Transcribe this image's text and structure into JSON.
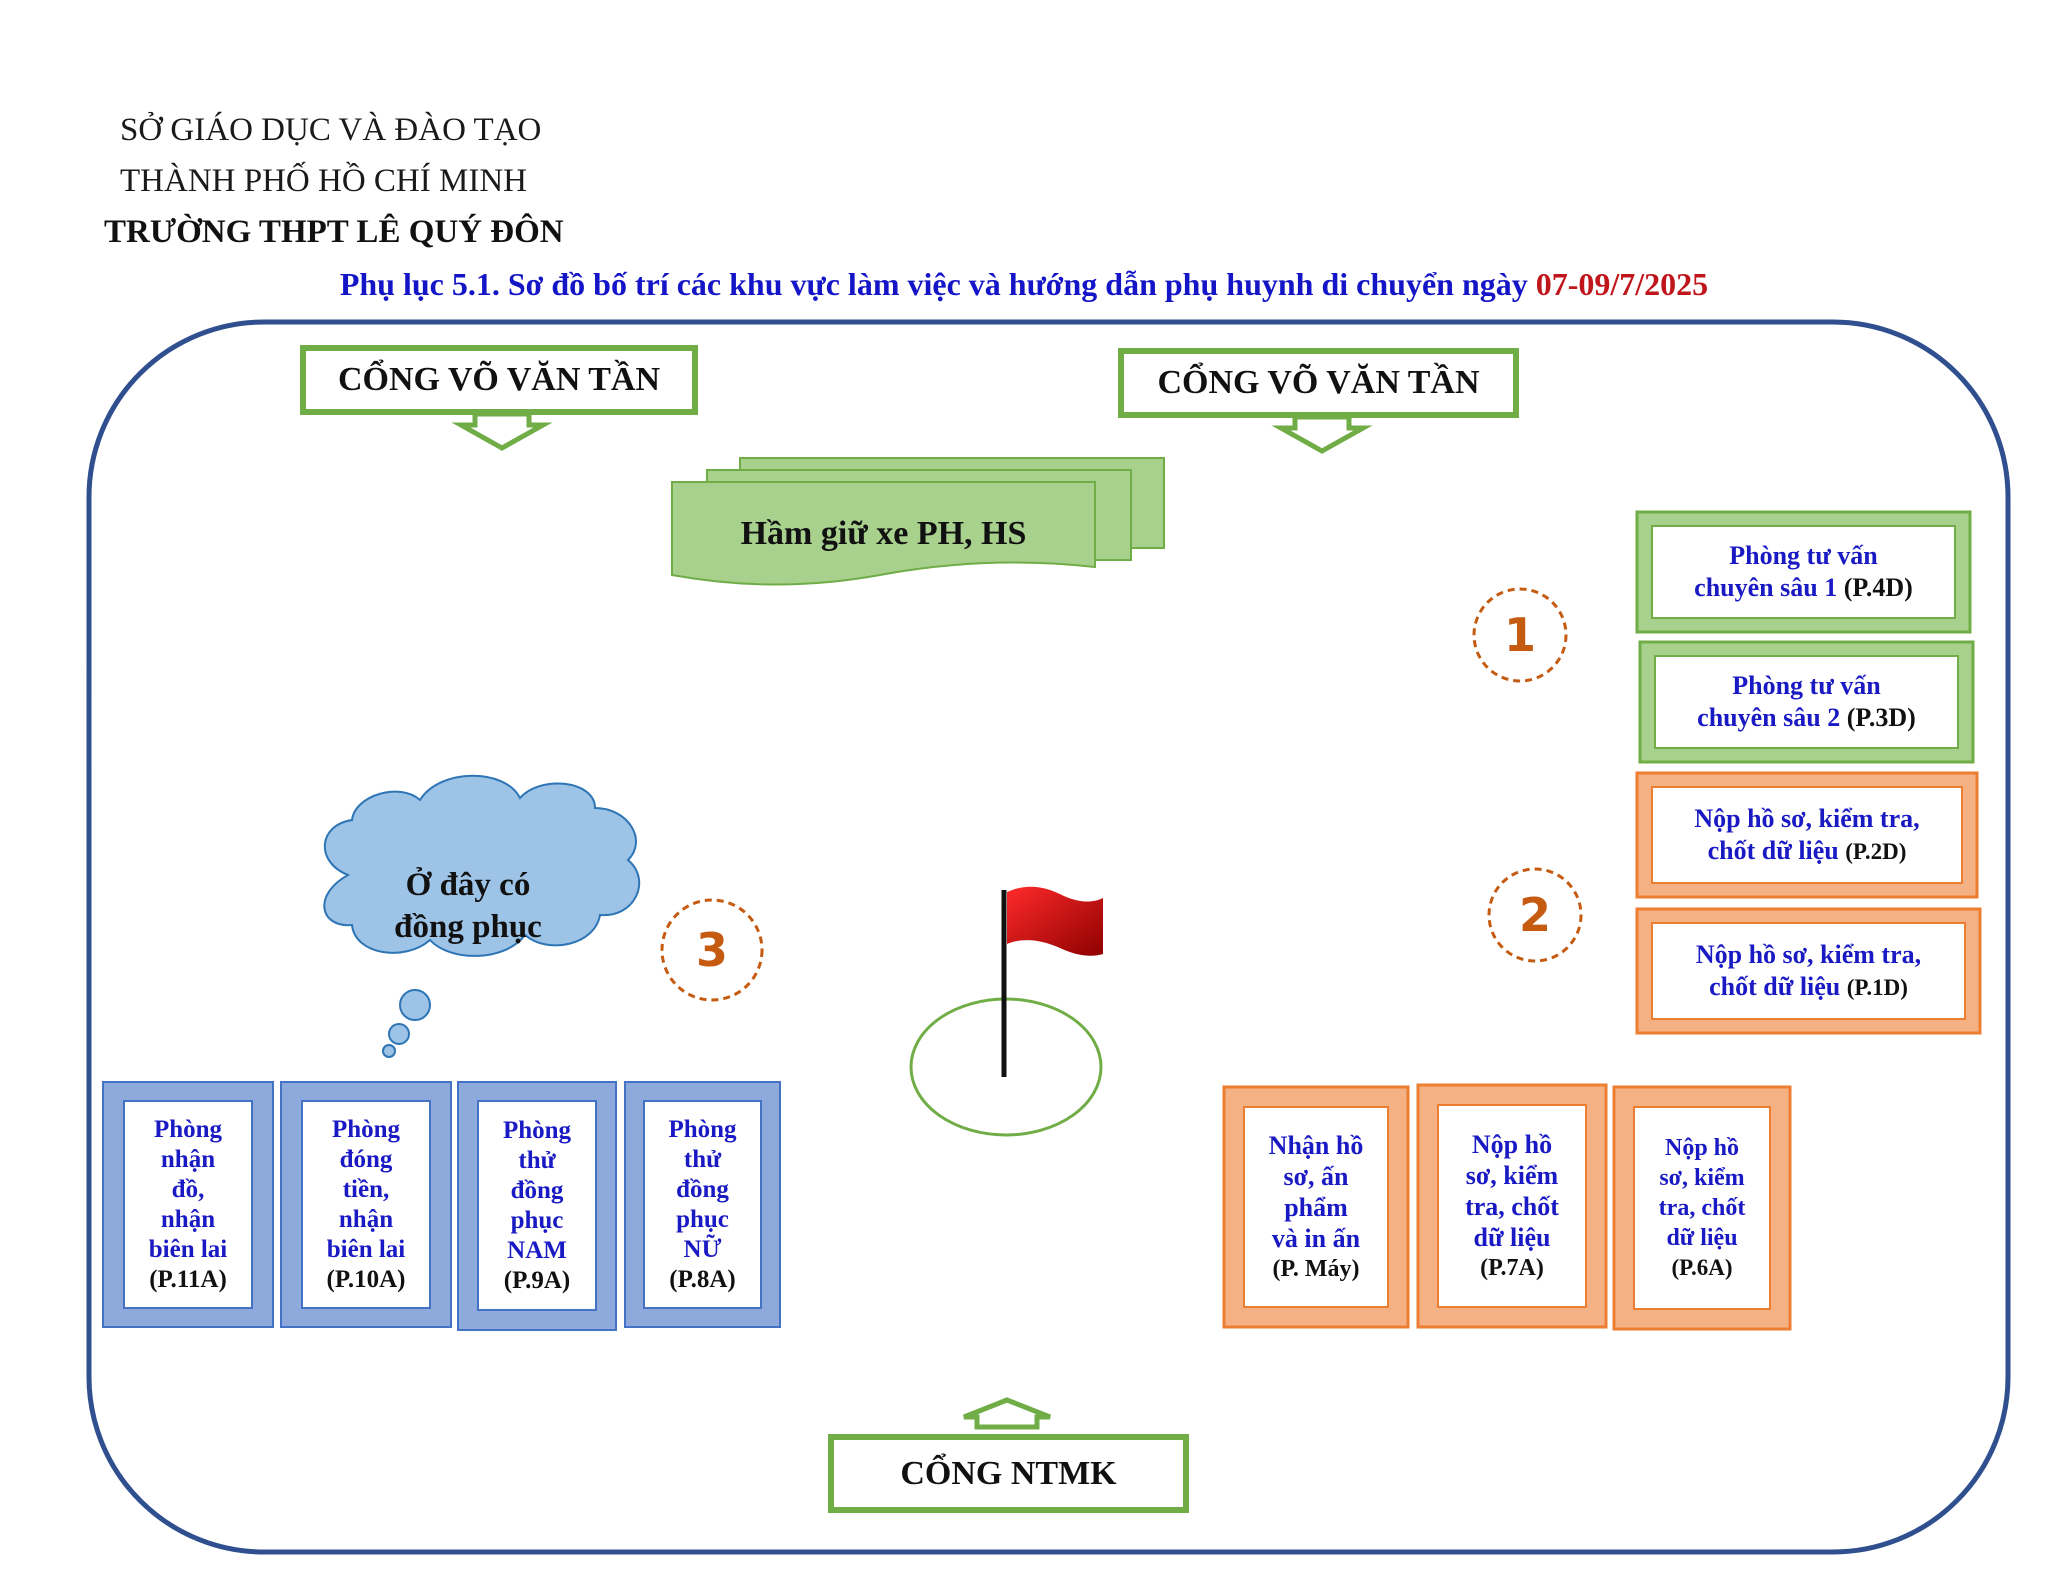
{
  "header": {
    "line1": "SỞ GIÁO DỤC VÀ ĐÀO TẠO",
    "line2": "THÀNH PHỐ HỒ CHÍ MINH",
    "school": "TRƯỜNG THPT LÊ QUÝ ĐÔN"
  },
  "title": {
    "main": "Phụ lục 5.1. Sơ đồ bố trí các khu vực làm việc và hướng dẫn phụ huynh di chuyển ngày ",
    "date": "07-09/7/2025"
  },
  "gates": {
    "top_left": "CỔNG VÕ VĂN TẦN",
    "top_right": "CỔNG VÕ VĂN TẦN",
    "bottom": "CỔNG NTMK"
  },
  "parking": "Hầm giữ xe PH, HS",
  "cloud": {
    "line1": "Ở đây có",
    "line2": "đồng phục"
  },
  "markers": [
    "1",
    "2",
    "3"
  ],
  "right_rooms": [
    {
      "line1": "Phòng tư vấn",
      "line2": "chuyên sâu 1",
      "code": "(P.4D)"
    },
    {
      "line1": "Phòng tư vấn",
      "line2": "chuyên sâu 2",
      "code": "(P.3D)"
    },
    {
      "line1": "Nộp hồ sơ, kiểm tra,",
      "line2": "chốt dữ liệu",
      "code": "(P.2D)"
    },
    {
      "line1": "Nộp hồ sơ, kiểm tra,",
      "line2": "chốt dữ liệu",
      "code": "(P.1D)"
    }
  ],
  "left_rooms": [
    {
      "lines": [
        "Phòng",
        "nhận",
        "đồ,",
        "nhận",
        "biên lai"
      ],
      "code": "(P.11A)"
    },
    {
      "lines": [
        "Phòng",
        "đóng",
        "tiền,",
        "nhận",
        "biên lai"
      ],
      "code": "(P.10A)"
    },
    {
      "lines": [
        "Phòng",
        "thử",
        "đồng",
        "phục",
        "NAM"
      ],
      "code": "(P.9A)"
    },
    {
      "lines": [
        "Phòng",
        "thử",
        "đồng",
        "phục",
        "NỮ"
      ],
      "code": "(P.8A)"
    }
  ],
  "bottom_rooms": [
    {
      "lines": [
        "Nhận hồ",
        "sơ, ấn",
        "phẩm",
        "và in ấn"
      ],
      "code": "(P. Máy)"
    },
    {
      "lines": [
        "Nộp hồ",
        "sơ, kiểm",
        "tra, chốt",
        "dữ liệu"
      ],
      "code": "(P.7A)"
    },
    {
      "lines": [
        "Nộp hồ",
        "sơ, kiểm",
        "tra, chốt",
        "dữ liệu"
      ],
      "code": "(P.6A)"
    }
  ],
  "colors": {
    "boundary": "#2f4f8f",
    "green": "#70ad47",
    "green_fill": "#a9d18e",
    "orange": "#ed7d31",
    "orange_fill": "#f4b183",
    "blue_box": "#8ea9db",
    "blue_text": "#1a1ac4",
    "red": "#c0161b",
    "marker": "#c55a11"
  }
}
